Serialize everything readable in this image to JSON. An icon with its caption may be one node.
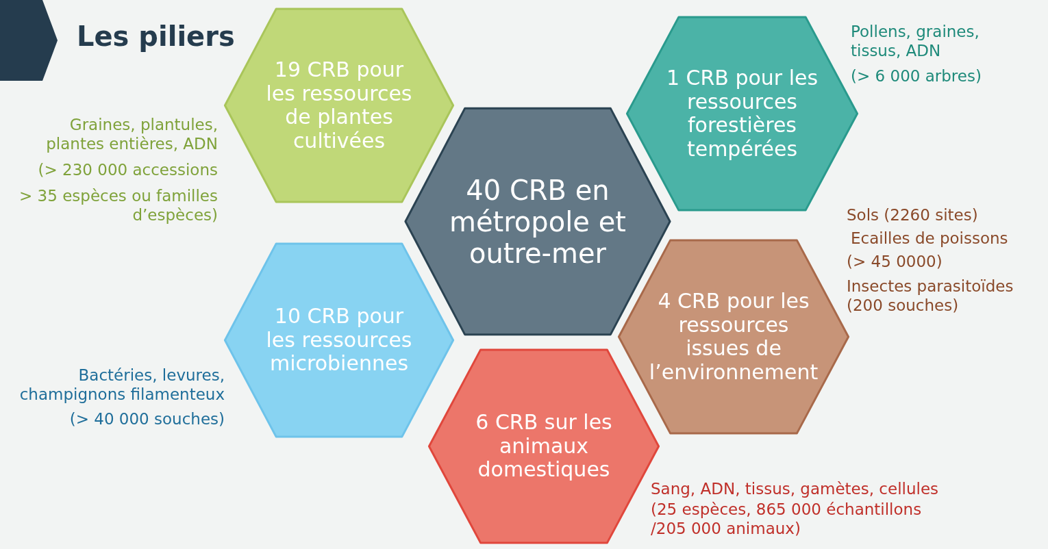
{
  "diagram": {
    "title": "Les piliers",
    "nodes": [
      {
        "text": [],
        "shape": "chevron"
      },
      {
        "text": [
          "19 CRB pour les ressources de plantes cultivées"
        ],
        "beside": [
          "Graines, plantules, plantes entières, ADN",
          "(> 230 000 accessions",
          "> 35 espèces ou familles d’espèces)"
        ]
      },
      {
        "text": [
          "1 CRB pour les ressources forestières tempérées"
        ],
        "beside": [
          "Pollens, graines, tissus, ADN",
          "(> 6 000 arbres)"
        ]
      },
      {
        "text": [
          "40 CRB en métropole et outre-mer"
        ]
      },
      {
        "text": [
          "10 CRB pour les ressources microbiennes"
        ],
        "beside": [
          "Bactéries, levures, champignons filamenteux",
          "(> 40 000 souches)"
        ]
      },
      {
        "text": [
          "4 CRB pour les ressources issues de l’environnement"
        ],
        "beside": [
          "Sols (2260 sites)",
          "Ecailles de poissons",
          "(> 45 0000)",
          "Insectes parasitoïdes (200 souches)"
        ]
      },
      {
        "text": [
          "6 CRB sur les animaux domestiques"
        ],
        "beside": [
          "Sang, ADN, tissus, gamètes, cellules",
          "(25 espèces, 865 000 échantillons /205 000 animaux)"
        ]
      }
    ]
  }
}
